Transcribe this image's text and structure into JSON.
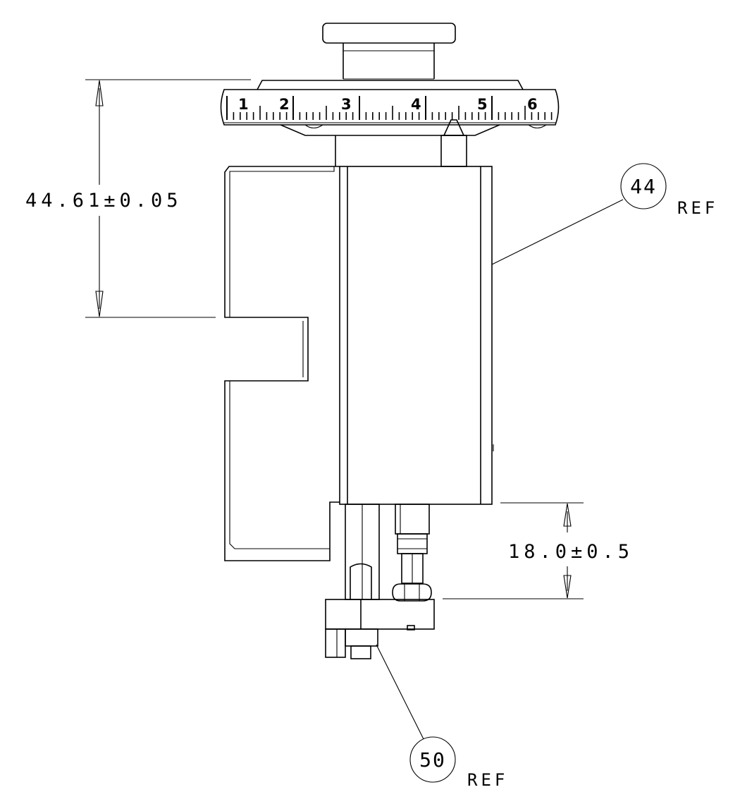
{
  "dimensions": {
    "height_upper": "44.61±0.05",
    "height_lower": "18.0±0.5"
  },
  "balloons": [
    {
      "number": "44",
      "suffix": "REF"
    },
    {
      "number": "50",
      "suffix": "REF"
    }
  ],
  "dial": {
    "numbers": [
      "1",
      "2",
      "3",
      "4",
      "5",
      "6"
    ]
  }
}
